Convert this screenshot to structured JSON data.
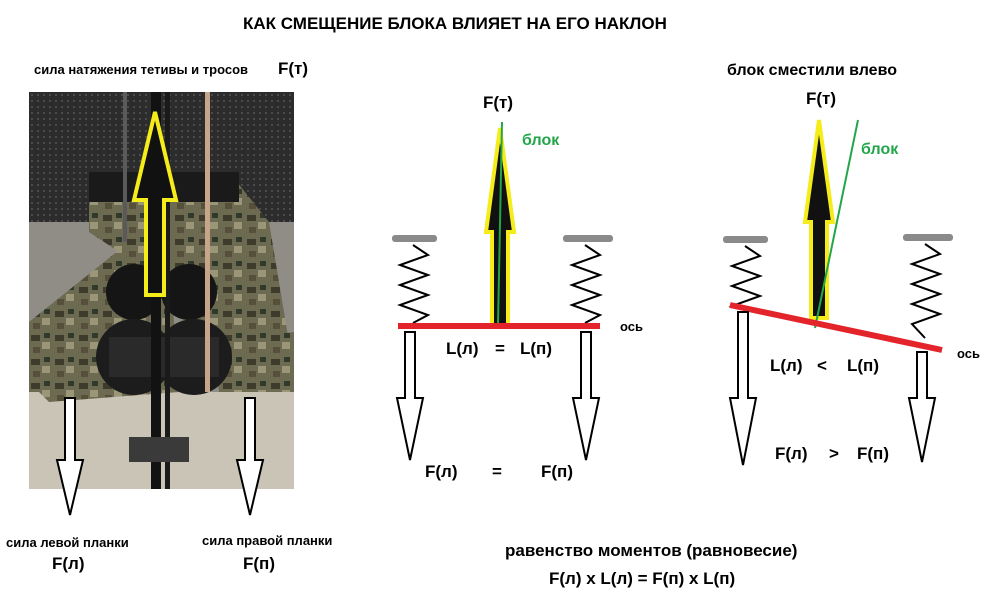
{
  "title": "КАК СМЕЩЕНИЕ БЛОКА ВЛИЯЕТ НА ЕГО НАКЛОН",
  "photo_panel": {
    "tension_label": "сила натяжения тетивы и тросов",
    "tension_symbol": "F(т)",
    "left_label": "сила левой планки",
    "left_symbol": "F(л)",
    "right_label": "сила правой планки",
    "right_symbol": "F(п)"
  },
  "center_diagram": {
    "top_symbol": "F(т)",
    "block_label": "блок",
    "axis_label": "ось",
    "arm_eq": {
      "left": "L(л)",
      "op": "=",
      "right": "L(п)"
    },
    "force_eq": {
      "left": "F(л)",
      "op": "=",
      "right": "F(п)"
    }
  },
  "right_diagram": {
    "heading": "блок сместили влево",
    "top_symbol": "F(т)",
    "block_label": "блок",
    "axis_label": "ось",
    "arm_eq": {
      "left": "L(л)",
      "op": "<",
      "right": "L(п)"
    },
    "force_eq": {
      "left": "F(л)",
      "op": ">",
      "right": "F(п)"
    }
  },
  "footer": {
    "line1": "равенство моментов (равновесие)",
    "line2": "F(л) x L(л) = F(п) x L(п)"
  },
  "colors": {
    "axis_red": "#e3242b",
    "arrow_yellow": "#f5ec1a",
    "block_green": "#22a64a",
    "cap_gray": "#8a8a8a"
  }
}
